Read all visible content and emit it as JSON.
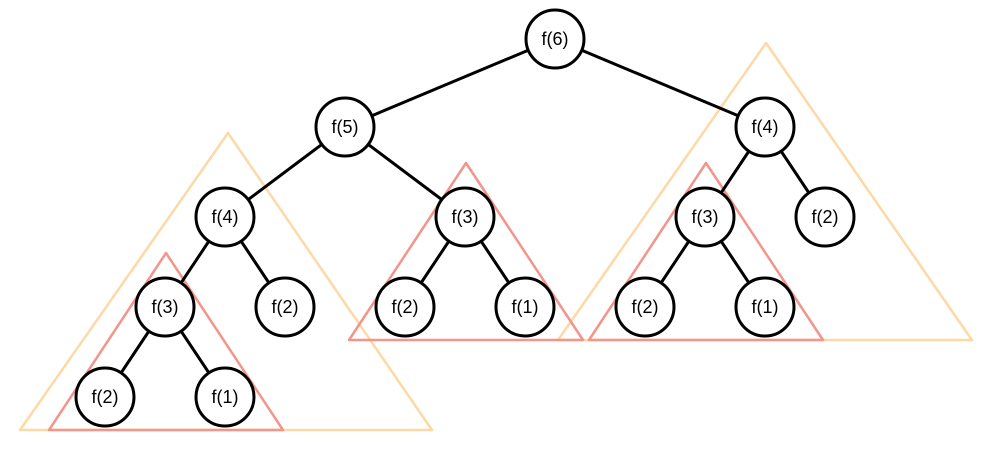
{
  "tree": {
    "nodes": [
      {
        "id": "n6",
        "label": "f(6)"
      },
      {
        "id": "n5",
        "label": "f(5)"
      },
      {
        "id": "n4r",
        "label": "f(4)"
      },
      {
        "id": "n4l",
        "label": "f(4)"
      },
      {
        "id": "n3m",
        "label": "f(3)"
      },
      {
        "id": "n3r",
        "label": "f(3)"
      },
      {
        "id": "n2r",
        "label": "f(2)"
      },
      {
        "id": "n3l",
        "label": "f(3)"
      },
      {
        "id": "n2l",
        "label": "f(2)"
      },
      {
        "id": "n2m",
        "label": "f(2)"
      },
      {
        "id": "n1m",
        "label": "f(1)"
      },
      {
        "id": "n2rr",
        "label": "f(2)"
      },
      {
        "id": "n1rr",
        "label": "f(1)"
      },
      {
        "id": "n2ll",
        "label": "f(2)"
      },
      {
        "id": "n1ll",
        "label": "f(1)"
      }
    ],
    "edges": [
      [
        "n6",
        "n5"
      ],
      [
        "n6",
        "n4r"
      ],
      [
        "n5",
        "n4l"
      ],
      [
        "n5",
        "n3m"
      ],
      [
        "n4r",
        "n3r"
      ],
      [
        "n4r",
        "n2r"
      ],
      [
        "n4l",
        "n3l"
      ],
      [
        "n4l",
        "n2l"
      ],
      [
        "n3m",
        "n2m"
      ],
      [
        "n3m",
        "n1m"
      ],
      [
        "n3r",
        "n2rr"
      ],
      [
        "n3r",
        "n1rr"
      ],
      [
        "n3l",
        "n2ll"
      ],
      [
        "n3l",
        "n1ll"
      ]
    ],
    "highlight_groups": [
      {
        "kind": "repeated-f4-subtree",
        "color": "#fcd9a6"
      },
      {
        "kind": "repeated-f3-subtree",
        "color": "#f2958a"
      }
    ]
  }
}
